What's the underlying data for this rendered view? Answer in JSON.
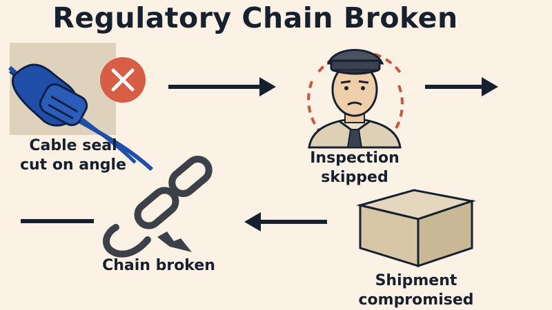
{
  "title": "Regulatory Chain Broken",
  "steps": [
    {
      "id": "seal",
      "label_line1": "Cable seal",
      "label_line2": "cut on angle",
      "icon": "cut-cable-seal-icon",
      "status_icon": "x-circle-icon"
    },
    {
      "id": "inspection",
      "label_line1": "Inspection",
      "label_line2": "skipped",
      "icon": "inspector-officer-icon"
    },
    {
      "id": "shipment",
      "label_line1": "Shipment",
      "label_line2": "compromised",
      "icon": "cardboard-box-icon"
    },
    {
      "id": "chain",
      "label_line1": "Chain broken",
      "icon": "broken-chain-icon"
    }
  ],
  "colors": {
    "background": "#fbf1e4",
    "text": "#17202f",
    "arrow": "#17202f",
    "seal_blue": "#1f4fa8",
    "x_badge": "#d85d45",
    "dashed_ring": "#c9553c",
    "box": "#d6c6a6",
    "chain": "#3c4149"
  }
}
